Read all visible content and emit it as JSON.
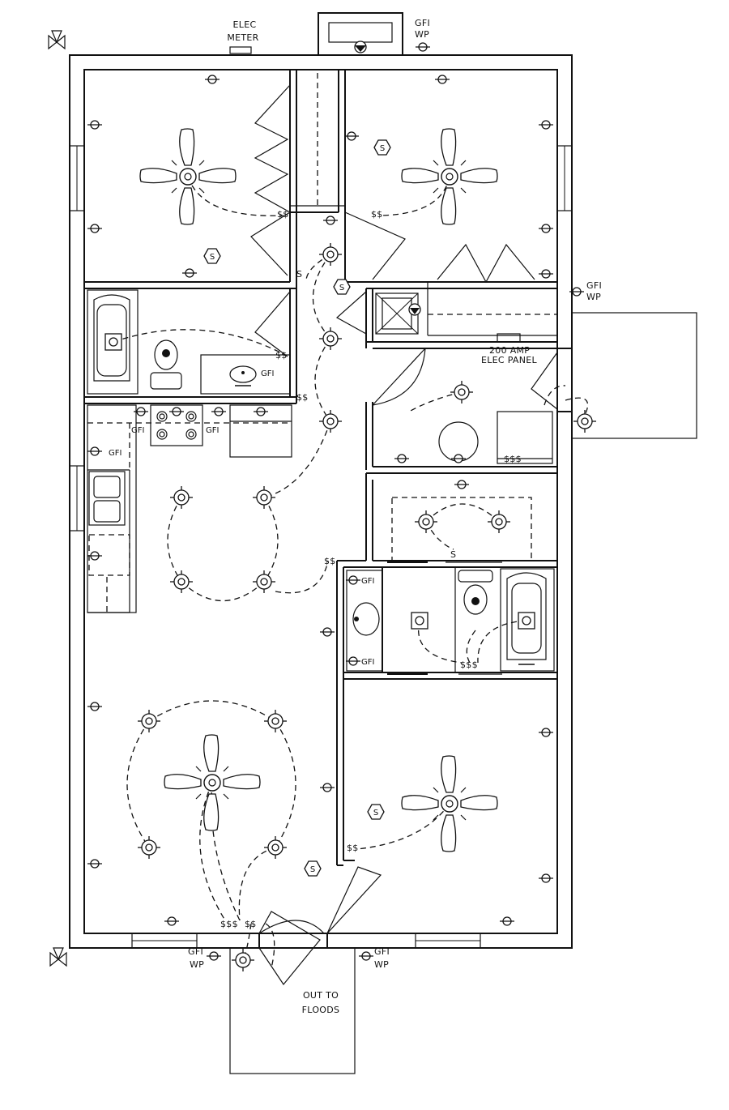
{
  "labels": {
    "elec_meter": [
      "ELEC",
      "METER"
    ],
    "gfi": "GFI",
    "gfi_wp": [
      "GFI",
      "WP"
    ],
    "panel": [
      "200 AMP",
      "ELEC PANEL"
    ],
    "floods": [
      "OUT TO",
      "FLOODS"
    ],
    "switch_s": "S",
    "switch_sss": "$$$",
    "switch_ss": "$$"
  }
}
